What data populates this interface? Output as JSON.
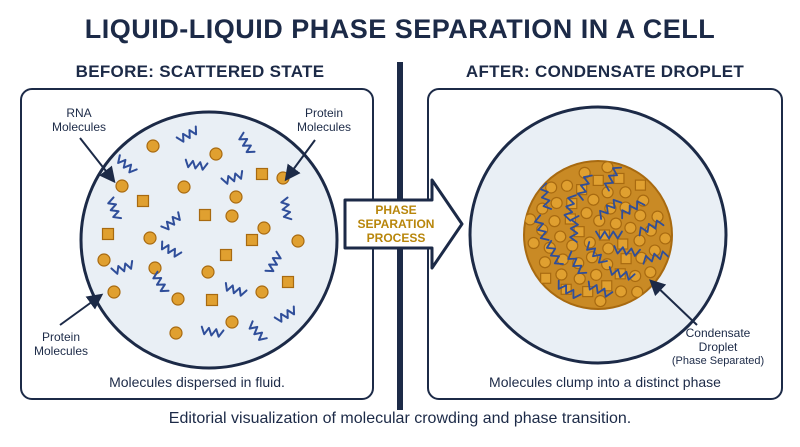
{
  "title": "LIQUID-LIQUID PHASE SEPARATION IN A CELL",
  "before": {
    "heading": "BEFORE: SCATTERED STATE",
    "label_rna": [
      "RNA",
      "Molecules"
    ],
    "label_protein_top": [
      "Protein",
      "Molecules"
    ],
    "label_protein_bottom": [
      "Protein",
      "Molecules"
    ],
    "caption": "Molecules dispersed in fluid."
  },
  "process": {
    "label": [
      "PHASE",
      "SEPARATION",
      "PROCESS"
    ]
  },
  "after": {
    "heading": "AFTER: CONDENSATE DROPLET",
    "label_droplet": [
      "Condensate",
      "Droplet"
    ],
    "label_droplet_note": "(Phase Separated)",
    "caption": "Molecules clump into a distinct phase"
  },
  "footer": "Editorial visualization of molecular crowding and phase transition.",
  "colors": {
    "navy": "#1c2a47",
    "orange": "#e0a030",
    "orange_dark": "#a86a10",
    "cell_fill": "#e9eff5",
    "droplet": "#c98a25",
    "rna": "#2f4e9a",
    "arrow_text": "#b8860b"
  }
}
